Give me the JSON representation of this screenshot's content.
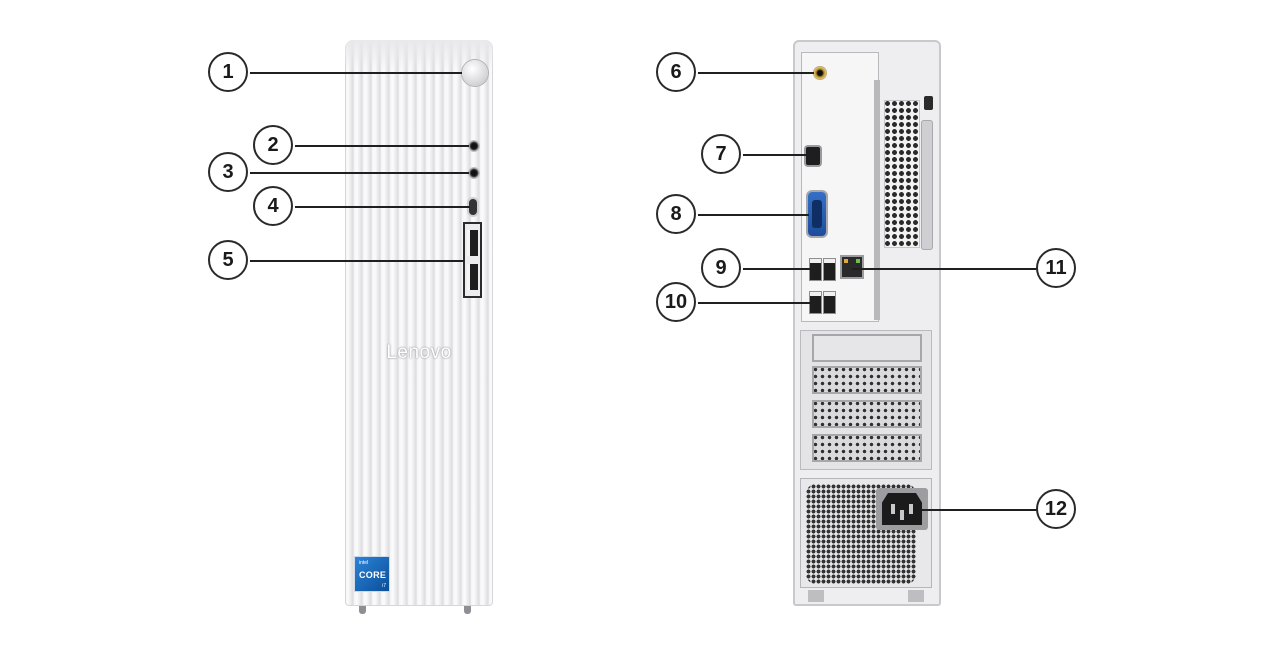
{
  "front": {
    "brand_text": "Lenovo",
    "cpu_badge": {
      "line1": "intel",
      "line2": "CORE",
      "line3": "i7"
    }
  },
  "callouts": [
    "1",
    "2",
    "3",
    "4",
    "5",
    "6",
    "7",
    "8",
    "9",
    "10",
    "11",
    "12"
  ],
  "colors": {
    "callout_border": "#2a2a2a",
    "leader_line": "#1f1f1f",
    "chassis_silver": "#eeeef0",
    "vga_blue": "#2c63b8",
    "intel_blue": "#0a4f9a"
  }
}
